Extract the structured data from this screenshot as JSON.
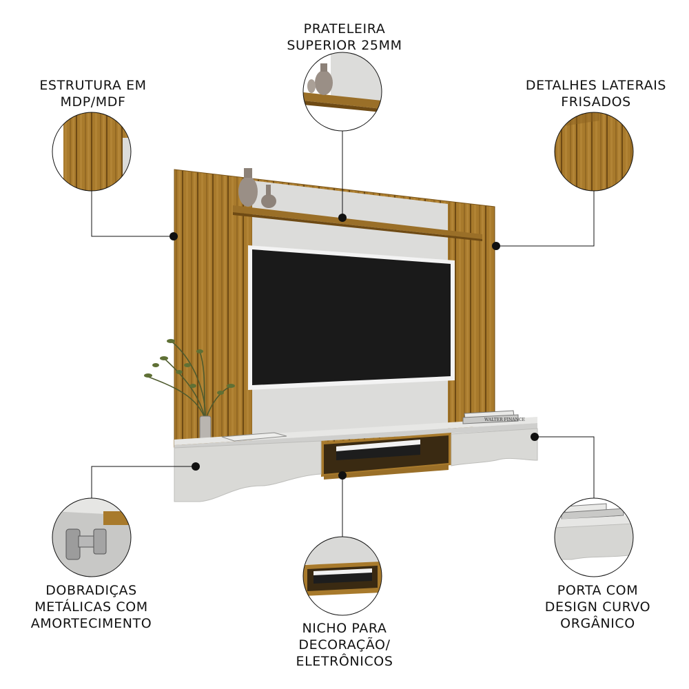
{
  "callouts": {
    "shelf": "PRATELEIRA\nSUPERIOR 25MM",
    "structure": "ESTRUTURA EM\nMDP/MDF",
    "side_details": "DETALHES LATERAIS\nFRISADOS",
    "hinges": "DOBRADIÇAS\nMETÁLICAS COM\nAMORTECIMENTO",
    "niche": "NICHO PARA\nDECORAÇÃO/\nELETRÔNICOS",
    "door": "PORTA COM\nDESIGN CURVO\nORGÂNICO"
  },
  "book_text": "WALTER FINANCE",
  "colors": {
    "wood": "#a87a2c",
    "wood_dark": "#7a5418",
    "panel_gray": "#d9d9d7",
    "tv": "#1a1a1a",
    "leader": "#111111"
  }
}
